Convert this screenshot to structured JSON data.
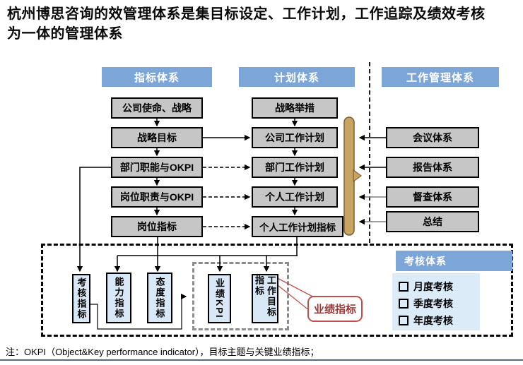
{
  "slide": {
    "title_line1": "杭州博思咨询的效管理体系是集目标设定、工作计划，工作追踪及绩效考核",
    "title_line2": "为一体的管理体系",
    "note": "注：OKPI（Object&Key performance indicator），目标主题与关键业绩指标；"
  },
  "columns": {
    "indicator": {
      "header": "指标体系",
      "boxes": [
        "公司使命、战略",
        "战略目标",
        "部门职能与OKPI",
        "岗位职责与OKPI",
        "岗位指标"
      ]
    },
    "plan": {
      "header": "计划体系",
      "boxes": [
        "战略举措",
        "公司工作计划",
        "部门工作计划",
        "个人工作计划",
        "个人工作计划指标"
      ]
    },
    "work": {
      "header": "工作管理体系",
      "boxes": [
        "会议体系",
        "报告体系",
        "督查体系",
        "总结"
      ]
    }
  },
  "bottom": {
    "metric_boxes": [
      "考核指标",
      "能力指标",
      "态度指标",
      "业绩KPI",
      "工作目标指标"
    ],
    "callout": "业绩指标",
    "assessment": {
      "header": "考核体系",
      "items": [
        "月度考核",
        "季度考核",
        "年度考核"
      ]
    }
  },
  "colors": {
    "header_blue": "#7da6d8",
    "box_gray": "#c6c6c6",
    "metric_blue": "#d9e8f6",
    "panel_blue": "#dcebf8",
    "brace_tan": "#c8a463",
    "callout_red": "#c0504d"
  }
}
